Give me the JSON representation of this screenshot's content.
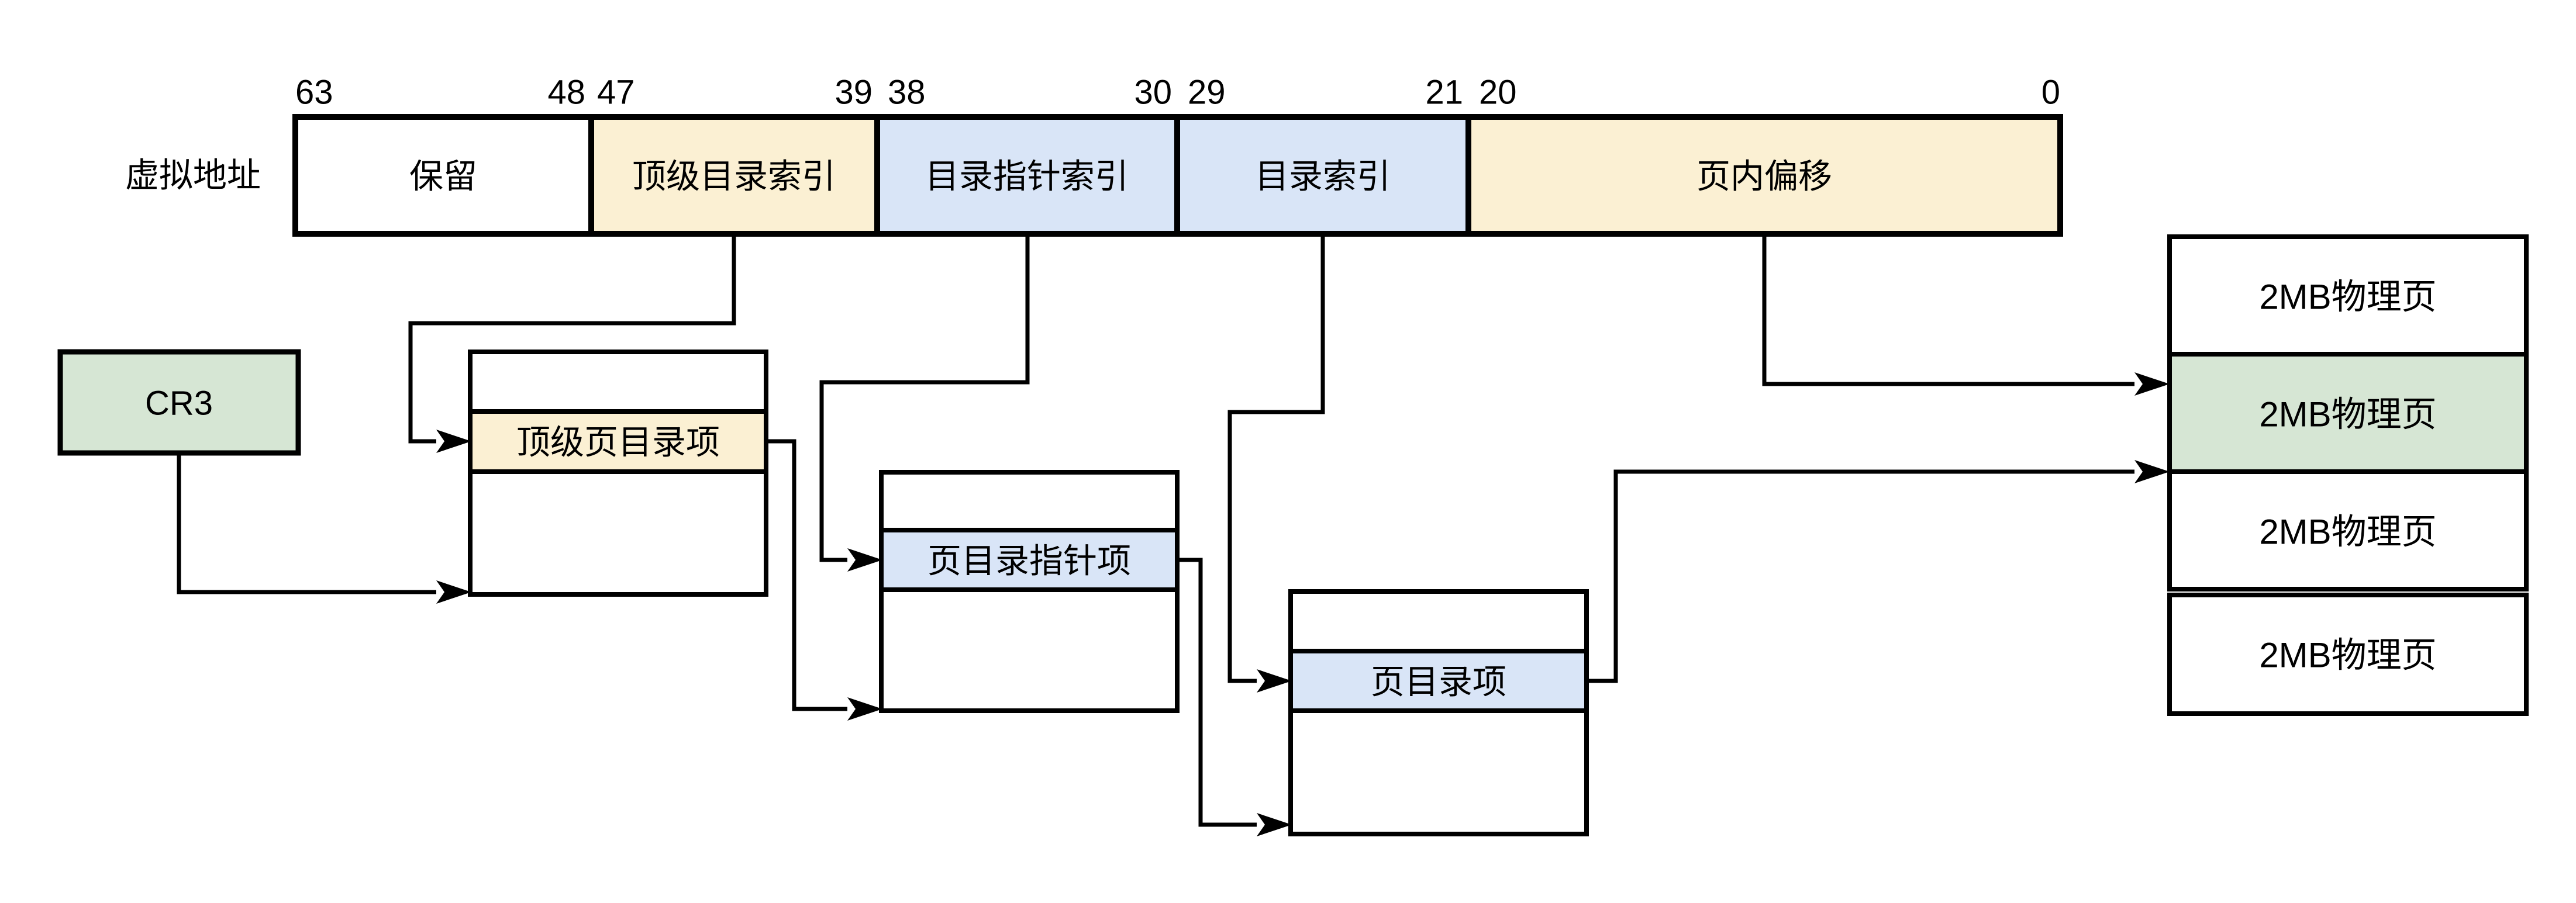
{
  "colors": {
    "cream": "#FBF0D3",
    "blue": "#D9E5F7",
    "green": "#D6E6D4",
    "white": "#FFFFFF",
    "line": "#000000"
  },
  "virtual_address": {
    "label": "虚拟地址",
    "bit_labels": [
      "63",
      "48",
      "47",
      "39",
      "38",
      "30",
      "29",
      "21",
      "20",
      "0"
    ],
    "segments": [
      {
        "label": "保留"
      },
      {
        "label": "顶级目录索引"
      },
      {
        "label": "目录指针索引"
      },
      {
        "label": "目录索引"
      },
      {
        "label": "页内偏移"
      }
    ]
  },
  "cr3": {
    "label": "CR3"
  },
  "page_tables": [
    {
      "entry_label": "顶级页目录项"
    },
    {
      "entry_label": "页目录指针项"
    },
    {
      "entry_label": "页目录项"
    }
  ],
  "physical_pages": [
    {
      "label": "2MB物理页"
    },
    {
      "label": "2MB物理页"
    },
    {
      "label": "2MB物理页"
    },
    {
      "label": "2MB物理页"
    }
  ]
}
